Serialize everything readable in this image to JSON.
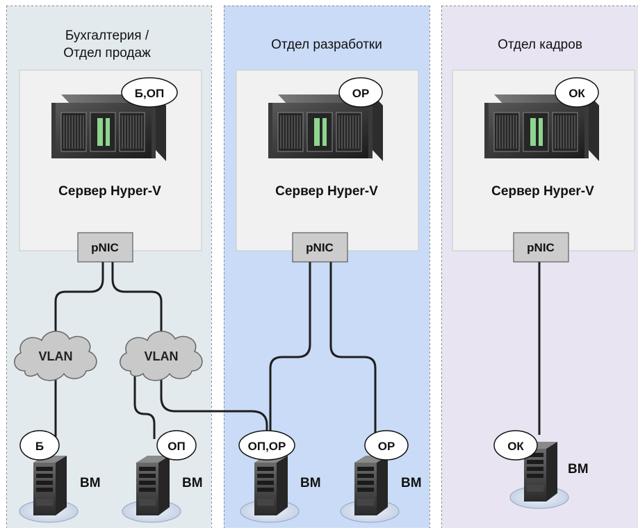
{
  "colors": {
    "lane_accounting_bg": "#e2eaee",
    "lane_dev_bg": "#c9dbf6",
    "lane_hr_bg": "#e8e4f2",
    "server_box_bg": "#f1f1f1",
    "pnic_bg": "#cccccc",
    "vlan_cloud": "#c9c9c9",
    "wire": "#1e1e1e"
  },
  "lanes": [
    {
      "id": "accounting",
      "title_line1": "Бухгалтерия /",
      "title_line2": "Отдел продаж",
      "server_label": "Сервер Hyper-V",
      "server_tag": "Б,ОП",
      "nic_label": "pNIC",
      "vlans": [
        "VLAN",
        "VLAN"
      ],
      "vms": [
        {
          "tag": "Б",
          "label": "ВМ"
        },
        {
          "tag": "ОП",
          "label": "ВМ"
        }
      ]
    },
    {
      "id": "development",
      "title_line1": "Отдел разработки",
      "server_label": "Сервер Hyper-V",
      "server_tag": "ОР",
      "nic_label": "pNIC",
      "vms": [
        {
          "tag": "ОП,ОР",
          "label": "ВМ"
        },
        {
          "tag": "ОР",
          "label": "ВМ"
        }
      ]
    },
    {
      "id": "hr",
      "title_line1": "Отдел кадров",
      "server_label": "Сервер Hyper-V",
      "server_tag": "ОК",
      "nic_label": "pNIC",
      "vms": [
        {
          "tag": "ОК",
          "label": "ВМ"
        }
      ]
    }
  ]
}
